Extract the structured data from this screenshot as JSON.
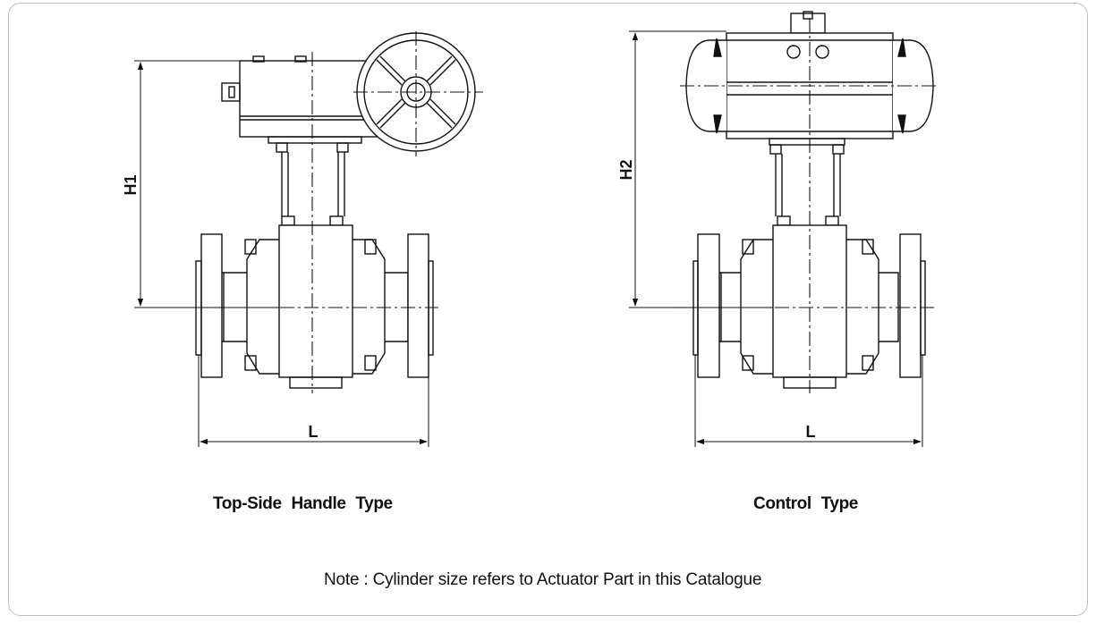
{
  "diagrams": {
    "left": {
      "caption": "Top-Side  Handle  Type",
      "height_label": "H1",
      "length_label": "L"
    },
    "right": {
      "caption": "Control  Type",
      "height_label": "H2",
      "length_label": "L"
    }
  },
  "note": "Note : Cylinder size refers to Actuator Part in this Catalogue",
  "colors": {
    "line": "#111111",
    "background": "#ffffff",
    "frame_border": "#bdbdbd"
  }
}
